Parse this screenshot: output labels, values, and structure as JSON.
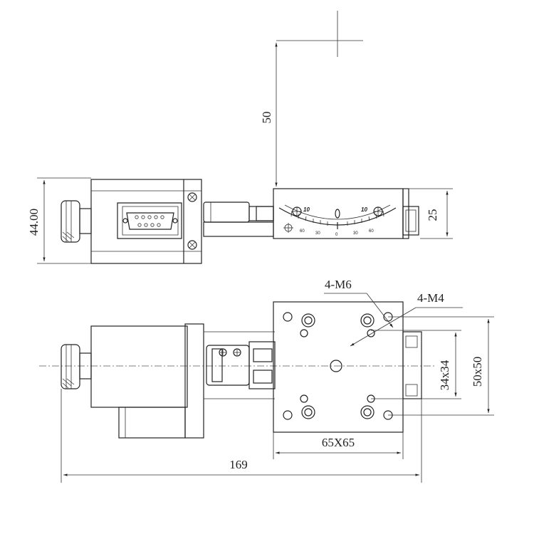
{
  "dimensions": {
    "top_offset": "50",
    "side_height": "44.00",
    "scale_height": "25",
    "label_m6": "4-M6",
    "label_m4": "4-M4",
    "inner_pitch": "34x34",
    "outer_pitch": "50x50",
    "table_size": "65X65",
    "total_length": "169"
  },
  "scale": {
    "left_major": "10",
    "right_major": "10",
    "center_mark": "0",
    "lower_ticks": [
      "60",
      "30",
      "0",
      "30",
      "60"
    ]
  }
}
